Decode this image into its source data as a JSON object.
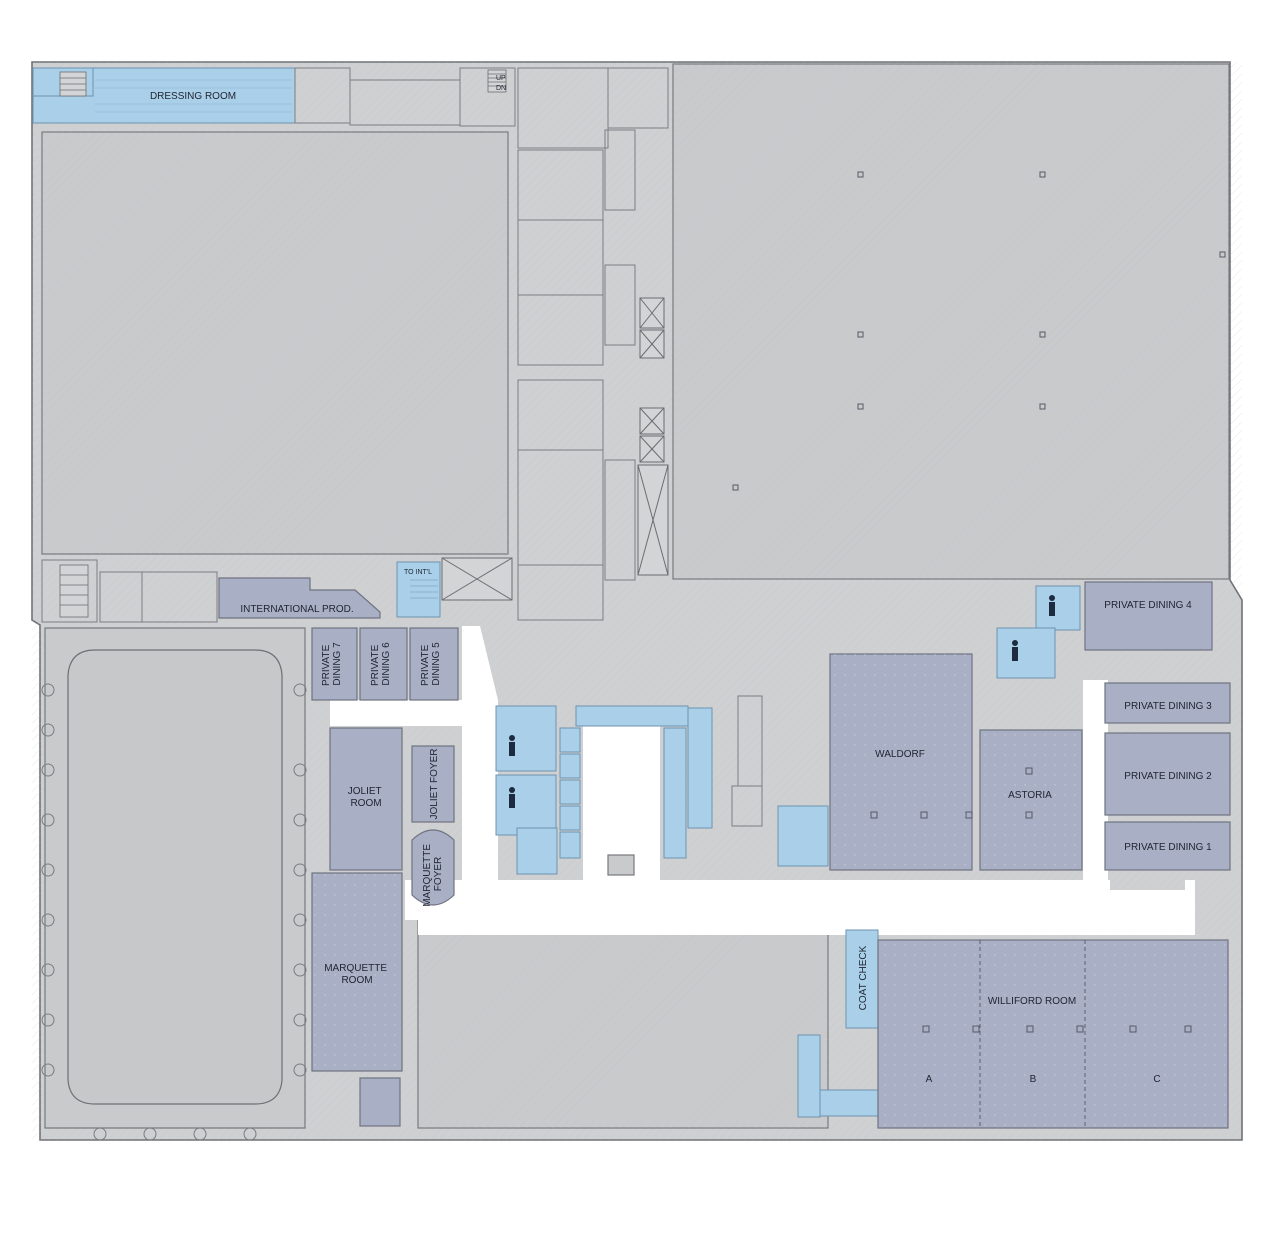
{
  "rooms": {
    "dressing_room": "DRESSING ROOM",
    "international_prod": "INTERNATIONAL PROD.",
    "to_intl": "TO INT'L",
    "private_dining_7": [
      "PRIVATE",
      "DINING 7"
    ],
    "private_dining_6": [
      "PRIVATE",
      "DINING 6"
    ],
    "private_dining_5": [
      "PRIVATE",
      "DINING 5"
    ],
    "joliet_room": [
      "JOLIET",
      "ROOM"
    ],
    "joliet_foyer": "JOLIET FOYER",
    "marquette_foyer": [
      "MARQUETTE",
      "FOYER"
    ],
    "marquette_room": [
      "MARQUETTE",
      "ROOM"
    ],
    "waldorf": "WALDORF",
    "astoria": "ASTORIA",
    "private_dining_4": "PRIVATE DINING 4",
    "private_dining_3": "PRIVATE DINING 3",
    "private_dining_2": "PRIVATE DINING 2",
    "private_dining_1": "PRIVATE DINING 1",
    "coat_check": "COAT CHECK",
    "williford_room": "WILLIFORD ROOM",
    "williford_a": "A",
    "williford_b": "B",
    "williford_c": "C"
  },
  "stair_labels": {
    "up": "UP",
    "dn": "DN"
  },
  "colors": {
    "base": "#cfd0d2",
    "meeting_room": "#a9b0c6",
    "service_blue": "#a9cfe9",
    "corridor": "#ffffff"
  },
  "icons": [
    "restroom-icon",
    "stair-icon",
    "elevator-icon"
  ]
}
